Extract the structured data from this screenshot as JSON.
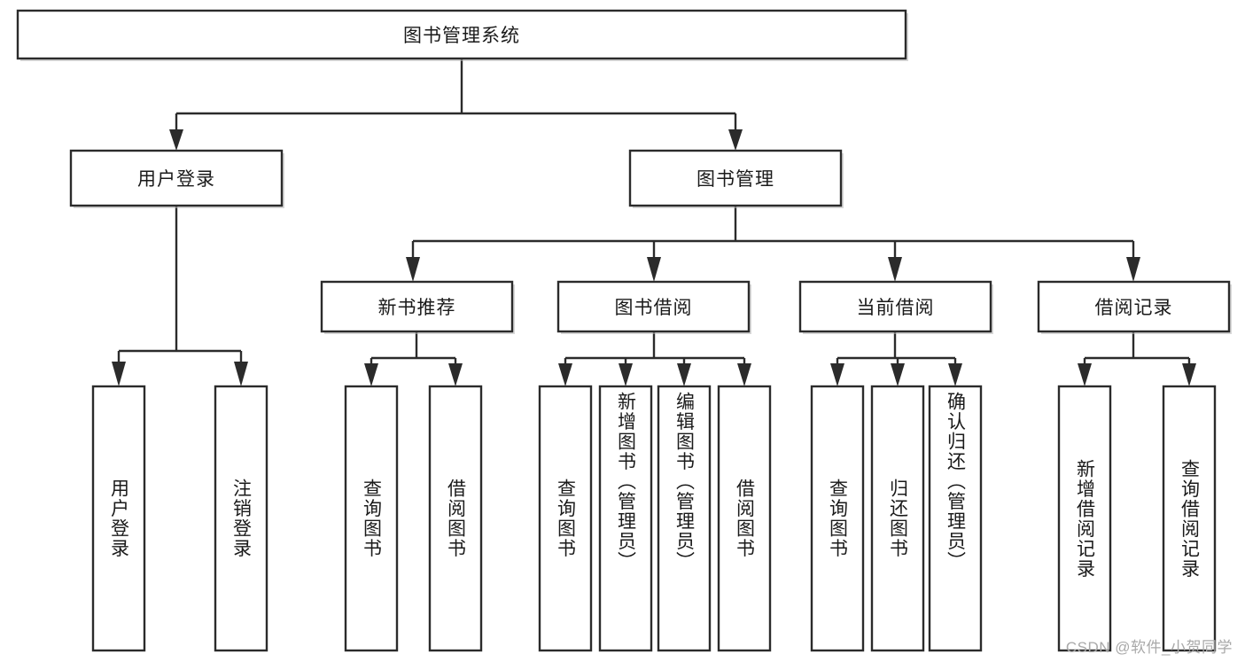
{
  "diagram": {
    "type": "hierarchy-tree",
    "title": "图书管理系统",
    "watermark": "CSDN @软件_小贺同学",
    "colors": {
      "stroke": "#2b2b2b",
      "fill": "#ffffff",
      "text": "#1a1a1a",
      "watermark": "#a9a9a9",
      "background": "#ffffff"
    },
    "root": {
      "label": "图书管理系统"
    },
    "level2": [
      {
        "label": "用户登录"
      },
      {
        "label": "图书管理"
      }
    ],
    "level3": [
      {
        "label": "新书推荐"
      },
      {
        "label": "图书借阅"
      },
      {
        "label": "当前借阅"
      },
      {
        "label": "借阅记录"
      }
    ],
    "leaves": {
      "user_login": [
        {
          "label": "用户登录"
        },
        {
          "label": "注销登录"
        }
      ],
      "new_book_recommend": [
        {
          "label": "查询图书"
        },
        {
          "label": "借阅图书"
        }
      ],
      "book_borrow": [
        {
          "label": "查询图书"
        },
        {
          "label": "新增图书（管理员）"
        },
        {
          "label": "编辑图书（管理员）"
        },
        {
          "label": "借阅图书"
        }
      ],
      "current_borrow": [
        {
          "label": "查询图书"
        },
        {
          "label": "归还图书"
        },
        {
          "label": "确认归还（管理员）"
        }
      ],
      "borrow_record": [
        {
          "label": "新增借阅记录"
        },
        {
          "label": "查询借阅记录"
        }
      ]
    }
  }
}
